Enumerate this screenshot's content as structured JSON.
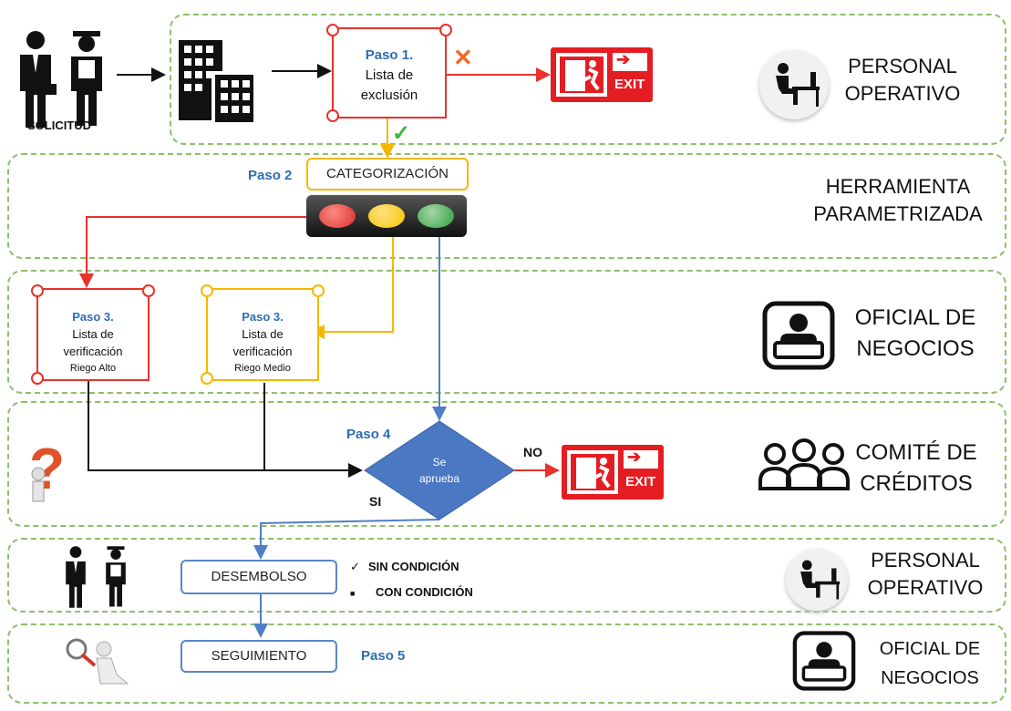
{
  "roles": {
    "row1": "PERSONAL OPERATIVO",
    "row2": "HERRAMIENTA PARAMETRIZADA",
    "row3": "OFICIAL DE NEGOCIOS",
    "row4": "COMITÉ DE CRÉDITOS",
    "row5": "PERSONAL OPERATIVO",
    "row6": "OFICIAL DE NEGOCIOS"
  },
  "solicitud_label": "SOLICITUD",
  "paso1": {
    "step": "Paso 1.",
    "text1": "Lista de",
    "text2": "exclusión"
  },
  "paso2": {
    "step": "Paso 2",
    "box": "CATEGORIZACIÓN"
  },
  "paso3_alto": {
    "step": "Paso 3.",
    "l1": "Lista de",
    "l2": "verificación",
    "l3": "Riego Alto"
  },
  "paso3_medio": {
    "step": "Paso 3.",
    "l1": "Lista de",
    "l2": "verificación",
    "l3": "Riego Medio"
  },
  "paso4": {
    "step": "Paso 4",
    "diamond1": "Se",
    "diamond2": "aprueba",
    "no": "NO",
    "si": "SI"
  },
  "desembolso": "DESEMBOLSO",
  "conditions": [
    "SIN CONDICIÓN",
    "CON CONDICIÓN"
  ],
  "seguimiento": "SEGUIMIENTO",
  "paso5": "Paso 5",
  "exit_word": "EXIT",
  "colors": {
    "lane_border": "#8cc06a",
    "red": "#e8322b",
    "yellow": "#f5b800",
    "blue": "#4f7fc6",
    "exit_red": "#e41d23"
  },
  "icons": [
    "businessman-icon",
    "worker-icon",
    "buildings-icon",
    "x-mark-icon",
    "check-mark-icon",
    "exit-sign-icon",
    "desk-worker-icon",
    "presenter-icon",
    "group-icon",
    "question-person-icon",
    "magnifier-person-icon",
    "traffic-light-icon"
  ]
}
